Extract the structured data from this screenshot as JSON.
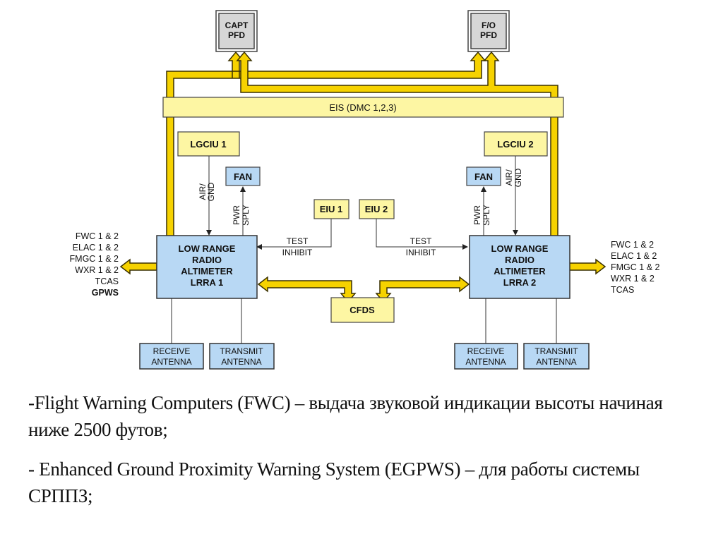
{
  "colors": {
    "bus_fill": "#f6d200",
    "bus_stroke": "#3a3000",
    "yellow_box": "#fdf6a3",
    "blue_box": "#b8d8f4",
    "display_box": "#d6d6d6"
  },
  "diagram": {
    "capt_pfd": [
      "CAPT",
      "PFD"
    ],
    "fo_pfd": [
      "F/O",
      "PFD"
    ],
    "eis": "EIS (DMC 1,2,3)",
    "lgciu1": "LGCIU 1",
    "lgciu2": "LGCIU 2",
    "fan1": "FAN",
    "fan2": "FAN",
    "eiu1": "EIU 1",
    "eiu2": "EIU 2",
    "air_gnd": [
      "AIR/",
      "GND"
    ],
    "pwr_sply": [
      "PWR",
      "SPLY"
    ],
    "test_inhibit": [
      "TEST",
      "INHIBIT"
    ],
    "lrra1": [
      "LOW RANGE",
      "RADIO",
      "ALTIMETER",
      "LRRA 1"
    ],
    "lrra2": [
      "LOW RANGE",
      "RADIO",
      "ALTIMETER",
      "LRRA 2"
    ],
    "cfds": "CFDS",
    "receive_antenna": [
      "RECEIVE",
      "ANTENNA"
    ],
    "transmit_antenna": [
      "TRANSMIT",
      "ANTENNA"
    ],
    "left_outputs": [
      "FWC 1 & 2",
      "ELAC 1 & 2",
      "FMGC 1 & 2",
      "WXR 1 & 2",
      "TCAS",
      "GPWS"
    ],
    "right_outputs": [
      "FWC 1 & 2",
      "ELAC 1 & 2",
      "FMGC 1 & 2",
      "WXR 1 & 2",
      "TCAS"
    ]
  },
  "captions": [
    "-Flight Warning Computers (FWC) – выдача звуковой индикации высоты начиная ниже 2500 футов;",
    "- Enhanced Ground Proximity Warning System (EGPWS) – для работы системы СРППЗ;"
  ]
}
